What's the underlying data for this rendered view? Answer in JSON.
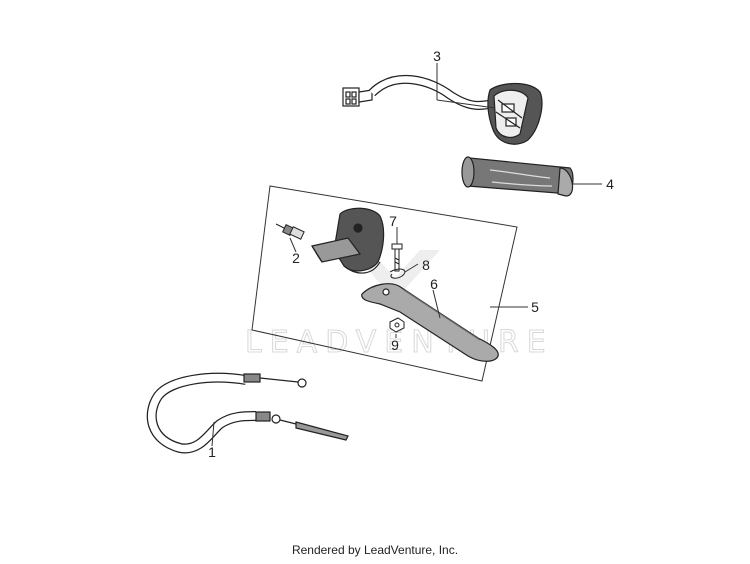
{
  "watermark": {
    "text": "LEADVENTURE"
  },
  "callouts": [
    {
      "id": "1",
      "label": "1"
    },
    {
      "id": "2",
      "label": "2"
    },
    {
      "id": "3",
      "label": "3"
    },
    {
      "id": "4",
      "label": "4"
    },
    {
      "id": "5",
      "label": "5"
    },
    {
      "id": "6",
      "label": "6"
    },
    {
      "id": "7",
      "label": "7"
    },
    {
      "id": "8",
      "label": "8"
    },
    {
      "id": "9",
      "label": "9"
    }
  ],
  "footer": {
    "text": "Rendered by LeadVenture, Inc."
  }
}
